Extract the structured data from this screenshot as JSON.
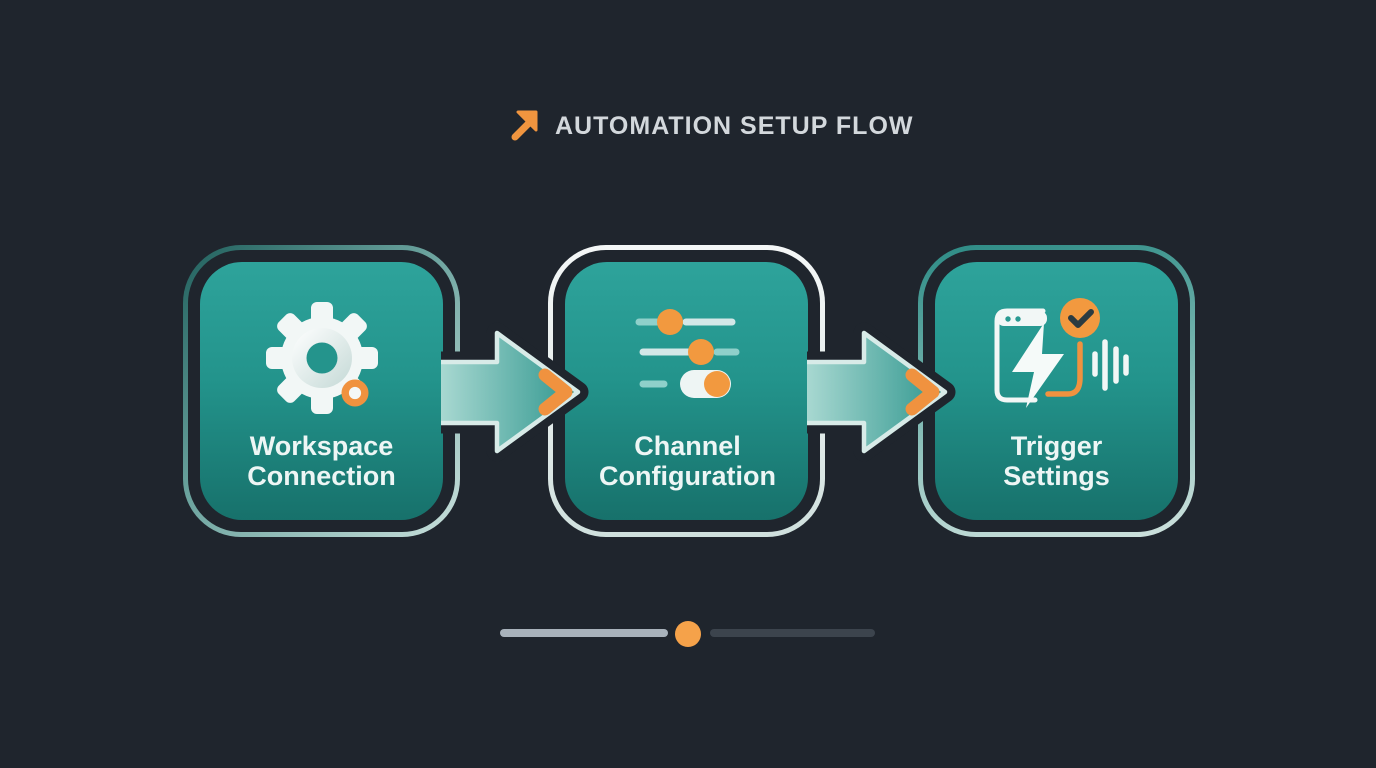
{
  "title": {
    "text": "AUTOMATION SETUP FLOW",
    "icon": "arrow-up-right-icon"
  },
  "steps": [
    {
      "name": "workspace-connection",
      "icon": "gear-settings-icon",
      "lines": [
        "Workspace",
        "Connection"
      ]
    },
    {
      "name": "channel-configuration",
      "icon": "channel-sliders-icon",
      "lines": [
        "Channel",
        "Configuration"
      ]
    },
    {
      "name": "trigger-settings",
      "icon": "lightning-trigger-icon",
      "lines": [
        "Trigger",
        "Settings"
      ]
    }
  ],
  "connectors": [
    {
      "from": "workspace-connection",
      "to": "channel-configuration",
      "style": "block-arrow-right-orange-chevron"
    },
    {
      "from": "channel-configuration",
      "to": "trigger-settings",
      "style": "block-arrow-right-orange-chevron"
    }
  ],
  "progress_slider": {
    "value_percent": 50
  },
  "colors": {
    "background": "#1f252d",
    "card_teal_top": "#2ea39b",
    "card_teal_bottom": "#17716b",
    "accent_orange": "#f2993f",
    "arrow_outline": "#d8ebe8",
    "title_text": "#d3d8dc",
    "label_text": "#edf6f5",
    "slider_track_active": "#a8b2bb",
    "slider_track_inactive": "#3c444d"
  }
}
